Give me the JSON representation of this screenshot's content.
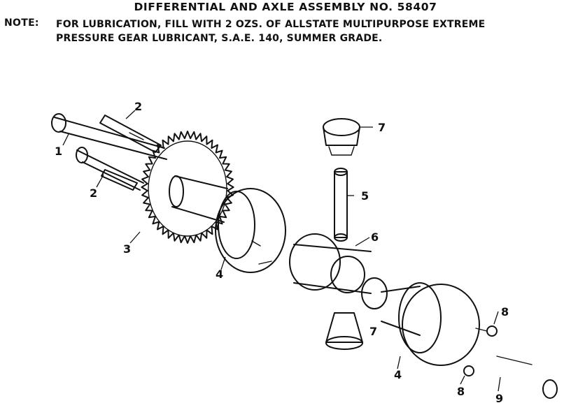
{
  "title": "DIFFERENTIAL AND AXLE ASSEMBLY NO. 58407",
  "note": {
    "label": "NOTE:",
    "line1": "FOR LUBRICATION, FILL WITH 2 OZS. OF ALLSTATE MULTIPURPOSE EXTREME",
    "line2": "PRESSURE GEAR LUBRICANT, S.A.E. 140, SUMMER GRADE."
  },
  "callouts": {
    "c1": "1",
    "c2a": "2",
    "c2b": "2",
    "c3": "3",
    "c4a": "4",
    "c4b": "4",
    "c5": "5",
    "c6": "6",
    "c7a": "7",
    "c7b": "7",
    "c8a": "8",
    "c8b": "8",
    "c9": "9"
  }
}
